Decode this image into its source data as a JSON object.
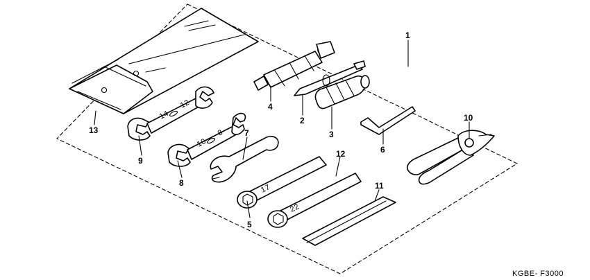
{
  "callouts": {
    "c1": "1",
    "c2": "2",
    "c3": "3",
    "c4": "4",
    "c5": "5",
    "c6": "6",
    "c7": "7",
    "c8": "8",
    "c9": "9",
    "c10": "10",
    "c11": "11",
    "c12": "12",
    "c13": "13"
  },
  "drawing_code": "KGBE- F3000",
  "parts": [
    {
      "ref": "1",
      "icon": "tool-set-outline"
    },
    {
      "ref": "2",
      "icon": "screwdriver-bit-icon"
    },
    {
      "ref": "3",
      "icon": "screwdriver-grip-icon"
    },
    {
      "ref": "4",
      "icon": "spark-plug-wrench-icon"
    },
    {
      "ref": "5",
      "icon": "box-end-wrench-icon"
    },
    {
      "ref": "6",
      "icon": "hex-key-icon"
    },
    {
      "ref": "7",
      "icon": "pin-spanner-icon"
    },
    {
      "ref": "8",
      "icon": "open-end-wrench-icon"
    },
    {
      "ref": "9",
      "icon": "open-end-wrench-icon"
    },
    {
      "ref": "10",
      "icon": "pliers-icon"
    },
    {
      "ref": "11",
      "icon": "handle-extension-icon"
    },
    {
      "ref": "12",
      "icon": "box-end-wrench-icon"
    },
    {
      "ref": "13",
      "icon": "tool-bag-icon"
    }
  ]
}
